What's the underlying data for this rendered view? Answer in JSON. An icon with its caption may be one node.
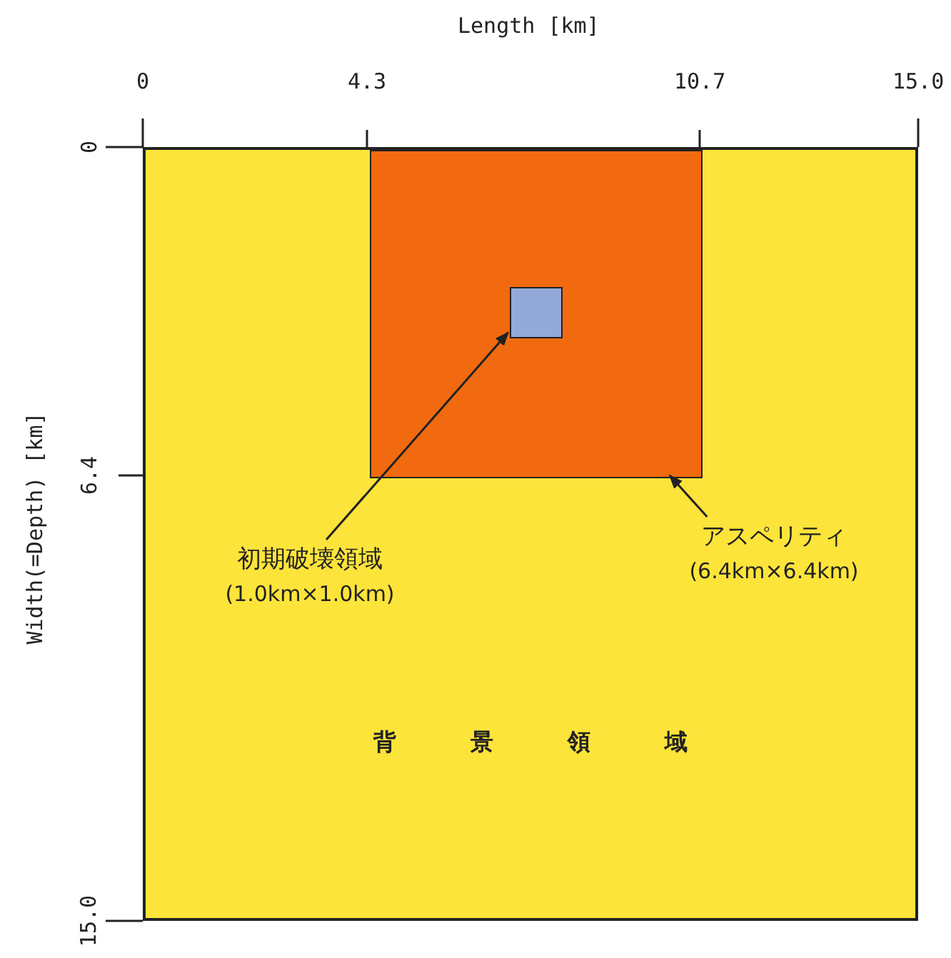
{
  "diagram": {
    "nodes": [
      {
        "text": [
          "背景領域"
        ]
      },
      {
        "text": [],
        "shape": "box",
        "in": 0
      },
      {
        "text": [],
        "shape": "box",
        "in": 1
      },
      {
        "text": [
          "初期破壊領域",
          "(1.0km×1.0km)"
        ],
        "in": 0
      },
      {
        "text": [
          "アスペリティ",
          "(6.4km×6.4km)"
        ],
        "in": 0
      }
    ],
    "edges": [
      {
        "from": 3,
        "to": 2,
        "arrow": "to"
      },
      {
        "from": 4,
        "to": 1,
        "arrow": "to"
      }
    ],
    "labels": [
      "Length [km]",
      "0",
      "4.3",
      "10.7",
      "15.0",
      "Width(=Depth) [km]",
      "0",
      "6.4",
      "15.0"
    ]
  }
}
